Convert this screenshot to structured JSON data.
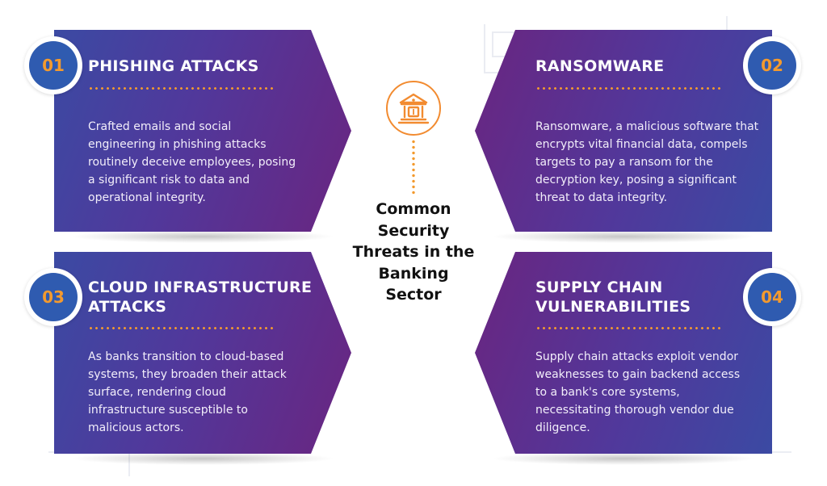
{
  "center": {
    "title": "Common Security Threats in the Banking Sector",
    "icon": "bank-icon"
  },
  "colors": {
    "accent": "#f39a2e",
    "number_badge": "#2f5bb0",
    "card_blue": "#3b4aa3",
    "card_purple": "#6a2580"
  },
  "cards": [
    {
      "number": "01",
      "title": "PHISHING ATTACKS",
      "description": "Crafted emails and social engineering in phishing attacks routinely deceive employees, posing a significant risk to data and operational integrity."
    },
    {
      "number": "02",
      "title": "RANSOMWARE",
      "description": "Ransomware, a malicious software that encrypts vital financial data, compels targets to pay a ransom for the decryption key, posing a significant threat to data integrity."
    },
    {
      "number": "03",
      "title": "CLOUD INFRASTRUCTURE ATTACKS",
      "description": "As banks transition to cloud-based systems, they broaden their attack surface, rendering cloud infrastructure susceptible to malicious actors."
    },
    {
      "number": "04",
      "title": "SUPPLY CHAIN VULNERABILITIES",
      "description": "Supply chain attacks exploit vendor weaknesses to gain backend access to a bank's core systems, necessitating thorough vendor due diligence."
    }
  ]
}
